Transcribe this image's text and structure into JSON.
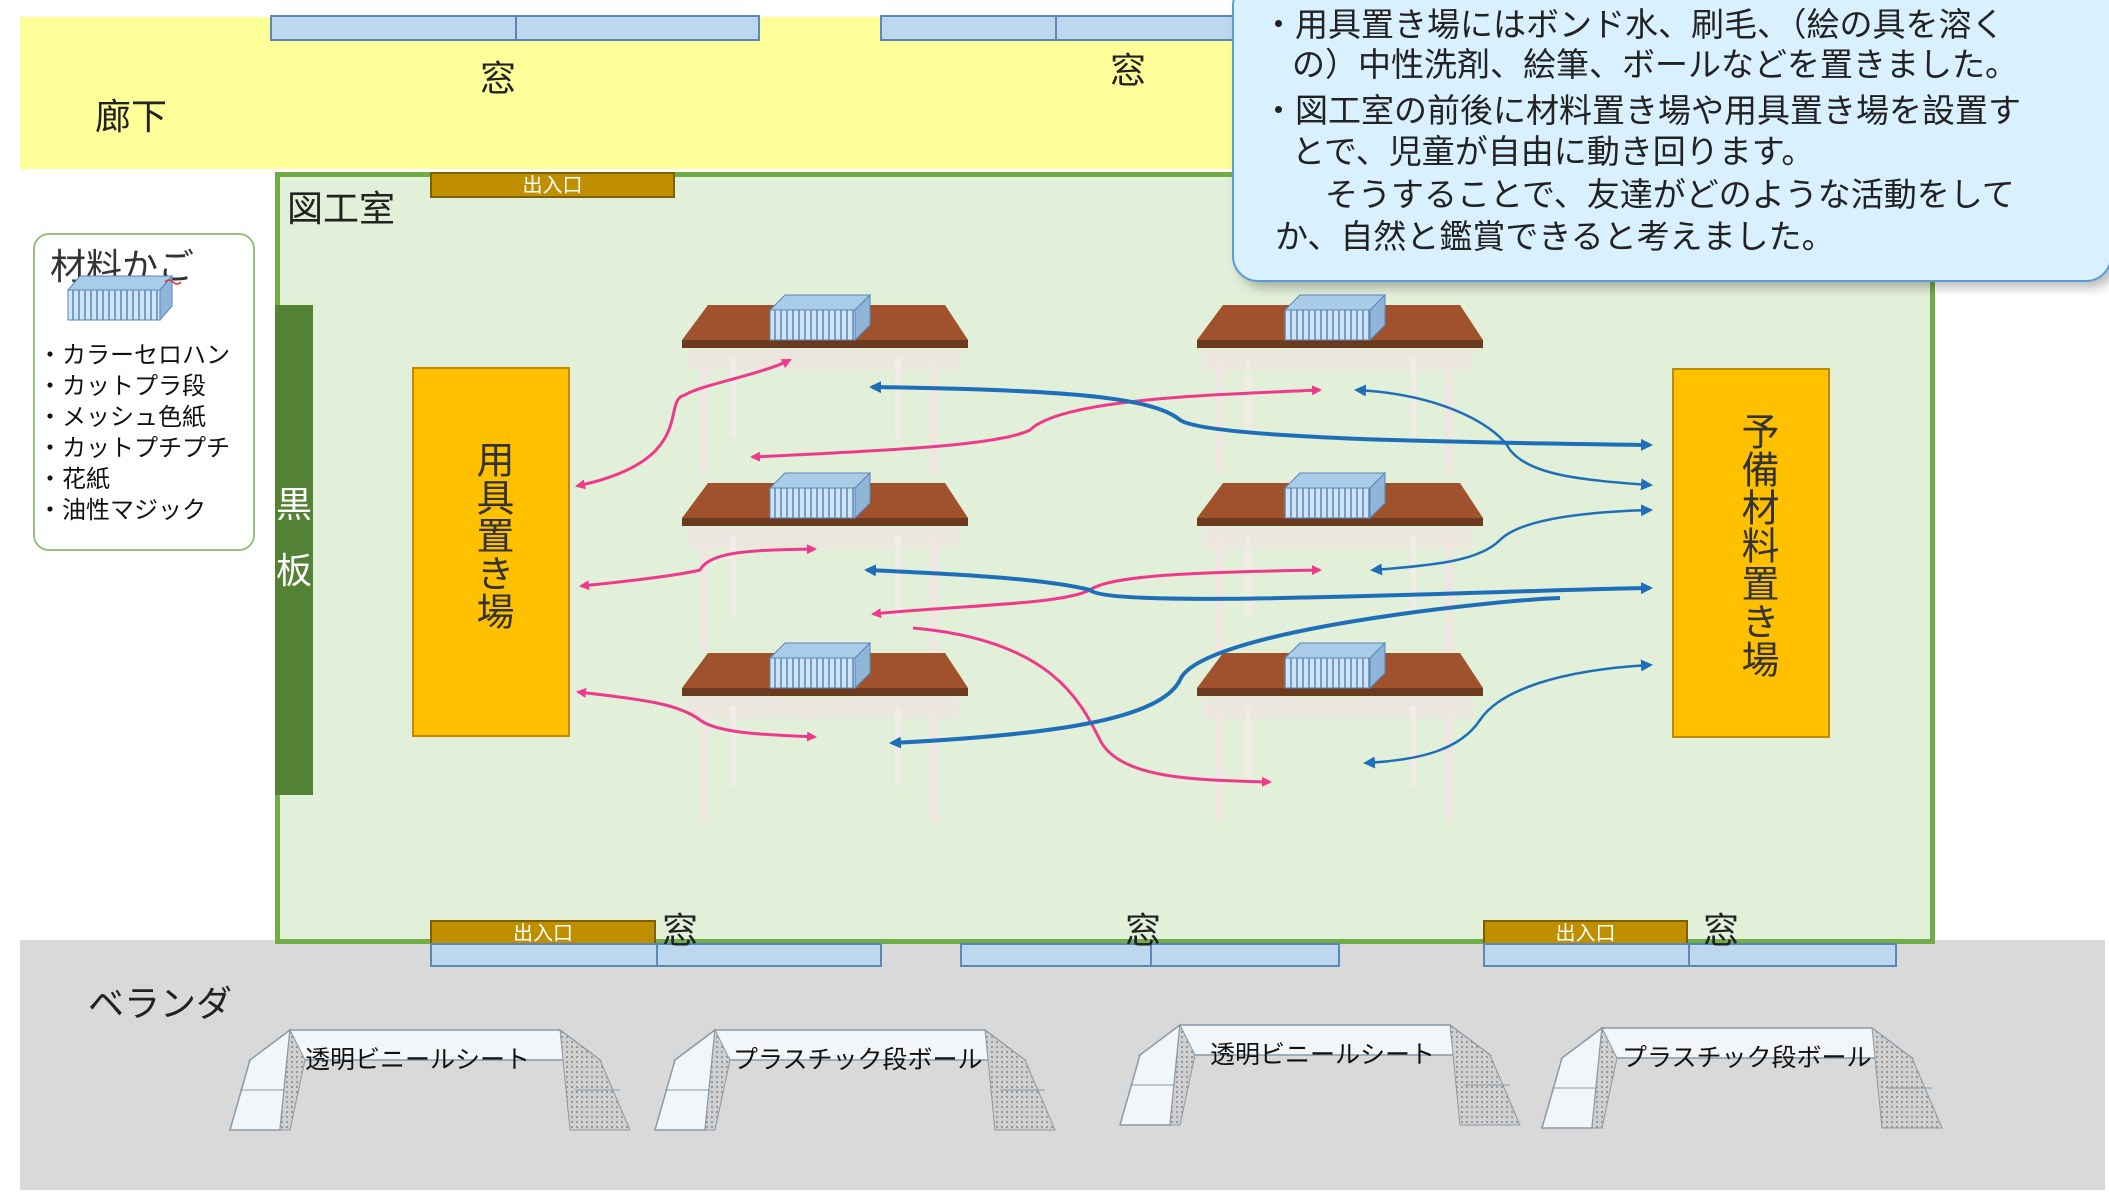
{
  "labels": {
    "corridor": "廊下",
    "veranda": "ベランダ",
    "room": "図工室",
    "window": "窓",
    "door": "出入口",
    "blackboard": [
      "黒",
      "板"
    ],
    "tool_station": "用具置き場",
    "spare_station": "予備材料置き場"
  },
  "legend": {
    "title": "材料かご",
    "items": [
      "・カラーセロハン",
      "・カットプラ段",
      "・メッシュ色紙",
      "・カットプチプチ",
      "・花紙",
      "・油性マジック"
    ]
  },
  "callout": {
    "lines": [
      "・用具置き場にはボンド水、刷毛、（絵の具を溶く",
      "の）中性洗剤、絵筆、ボールなどを置きました。",
      "・図工室の前後に材料置き場や用具置き場を設置す",
      "とで、児童が自由に動き回ります。",
      "　そうすることで、友達がどのような活動をして",
      "か、自然と鑑賞できると考えました。"
    ]
  },
  "tents": [
    "透明ビニールシート",
    "プラスチック段ボール",
    "透明ビニールシート",
    "プラスチック段ボール"
  ],
  "colors": {
    "pink_arrow": "#ee3a8c",
    "blue_arrow": "#1f6fb8",
    "desk_top": "#a0522d",
    "tray": "#a9cce8"
  }
}
